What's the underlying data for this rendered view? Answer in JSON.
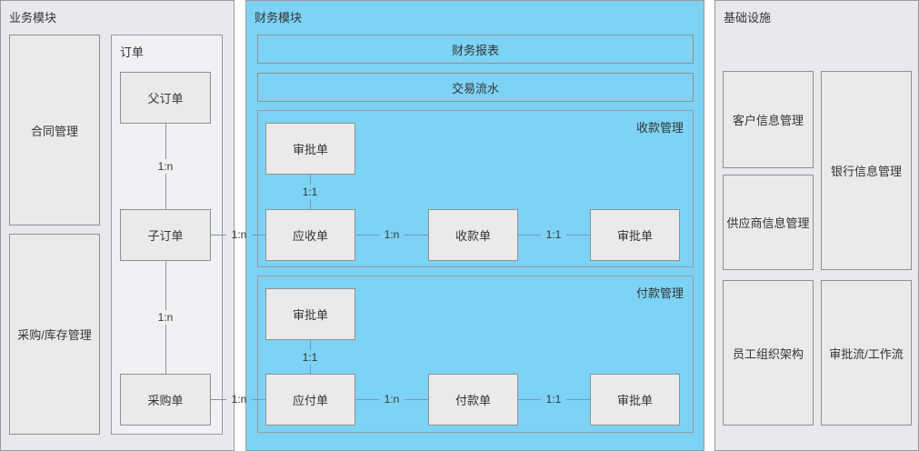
{
  "business": {
    "title": "业务模块",
    "contract": "合同管理",
    "purchase_inventory": "采购/库存管理",
    "order": {
      "title": "订单",
      "parent": "父订单",
      "child": "子订单",
      "purchase": "采购单",
      "rel_parent_child": "1:n",
      "rel_child_purchase": "1:n"
    }
  },
  "finance": {
    "title": "财务模块",
    "reports": "财务报表",
    "transactions": "交易流水",
    "receipts": {
      "title": "收款管理",
      "approval_top": "审批单",
      "receivable": "应收单",
      "receipt": "收款单",
      "approval": "审批单",
      "rel_top": "1:1",
      "rel_mid": "1:n",
      "rel_right": "1:1"
    },
    "payments": {
      "title": "付款管理",
      "approval_top": "审批单",
      "payable": "应付单",
      "payment": "付款单",
      "approval": "审批单",
      "rel_top": "1:1",
      "rel_mid": "1:n",
      "rel_right": "1:1"
    }
  },
  "infrastructure": {
    "title": "基础设施",
    "customer": "客户信息管理",
    "supplier": "供应商信息管理",
    "bank": "银行信息管理",
    "employee": "员工组织架构",
    "workflow": "审批流/工作流"
  },
  "links": {
    "child_to_receivable": "1:n",
    "purchase_to_payable": "1:n"
  },
  "colors": {
    "panel_gray": "#e9e9ec",
    "finance_blue": "#7dd3f5",
    "box_fill": "#eaeaea",
    "border": "#9a9a9a",
    "connector": "#7396bb"
  }
}
